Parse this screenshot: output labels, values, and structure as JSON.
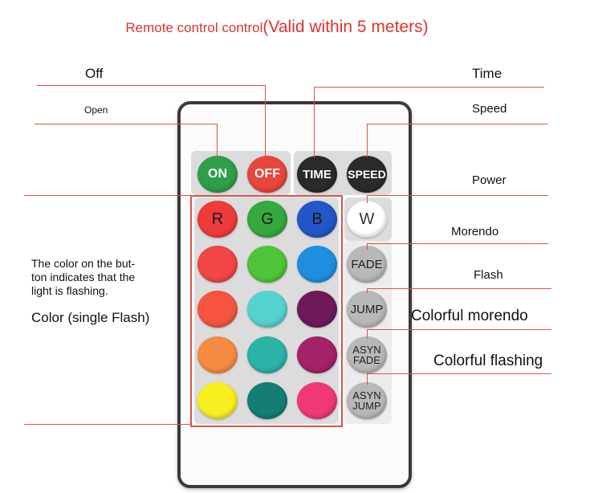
{
  "title": {
    "part1": "Remote control control",
    "part2": "(Valid within 5 meters)"
  },
  "labels": {
    "off": "Off",
    "open": "Open",
    "time": "Time",
    "speed": "Speed",
    "power": "Power",
    "morendo": "Morendo",
    "flash": "Flash",
    "colorful_morendo": "Colorful morendo",
    "colorful_flashing": "Colorful flashing",
    "color_note": "The color on the but-\nton indicates that the\nlight is flashing.",
    "color_single": "Color (single Flash)"
  },
  "buttons": {
    "on": "ON",
    "off": "OFF",
    "time": "TIME",
    "speed": "SPEED",
    "r": "R",
    "g": "G",
    "b": "B",
    "w": "W",
    "fade": "FADE",
    "jump": "JUMP",
    "asyn_fade": "ASYN\nFADE",
    "asyn_jump": "ASYN\nJUMP"
  },
  "colors": {
    "accent_red": "#e0322b",
    "line_red": "#d9534a",
    "on_green": "#2e9e48",
    "off_red": "#e8453c",
    "dark_button": "#2a2a2a",
    "grey_button": "#b8b8b8",
    "grid": [
      [
        "#ef3b3b",
        "#35a83f",
        "#2356c7"
      ],
      [
        "#f24545",
        "#4fc43a",
        "#1f8ee0"
      ],
      [
        "#f5553f",
        "#55d2cf",
        "#6d1a57"
      ],
      [
        "#f58a42",
        "#2bb3a6",
        "#a32366"
      ],
      [
        "#f8ef1e",
        "#147e75",
        "#f03877"
      ]
    ]
  }
}
